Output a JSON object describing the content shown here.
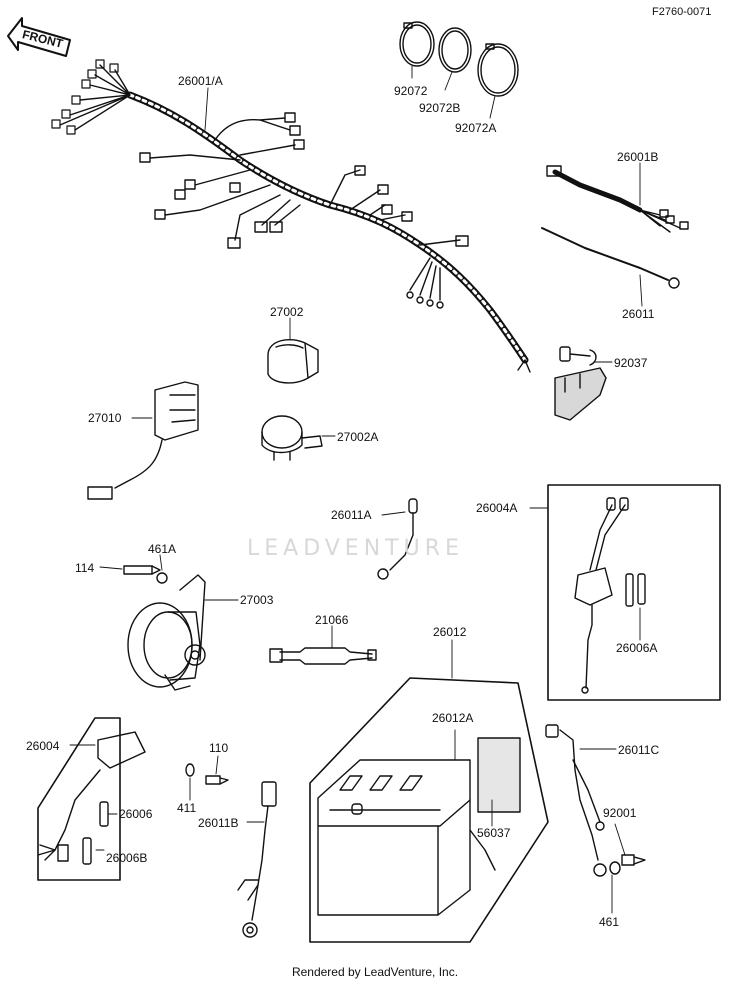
{
  "figure_code": "F2760-0071",
  "front_label": "FRONT",
  "watermark": "LEADVENTURE",
  "footer": "Rendered by LeadVenture, Inc.",
  "parts": {
    "p26001A": "26001/A",
    "p92072": "92072",
    "p92072B": "92072B",
    "p92072A": "92072A",
    "p26001B": "26001B",
    "p26011": "26011",
    "p27002": "27002",
    "p92037": "92037",
    "p27010": "27010",
    "p27002A": "27002A",
    "p26011A": "26011A",
    "p26004A": "26004A",
    "p461A": "461A",
    "p114": "114",
    "p27003": "27003",
    "p21066": "21066",
    "p26012": "26012",
    "p26006A": "26006A",
    "p26004": "26004",
    "p110": "110",
    "p26012A": "26012A",
    "p26011C": "26011C",
    "p26006": "26006",
    "p411": "411",
    "p26011B": "26011B",
    "p92001": "92001",
    "p56037": "56037",
    "p26006B": "26006B",
    "p461": "461"
  }
}
